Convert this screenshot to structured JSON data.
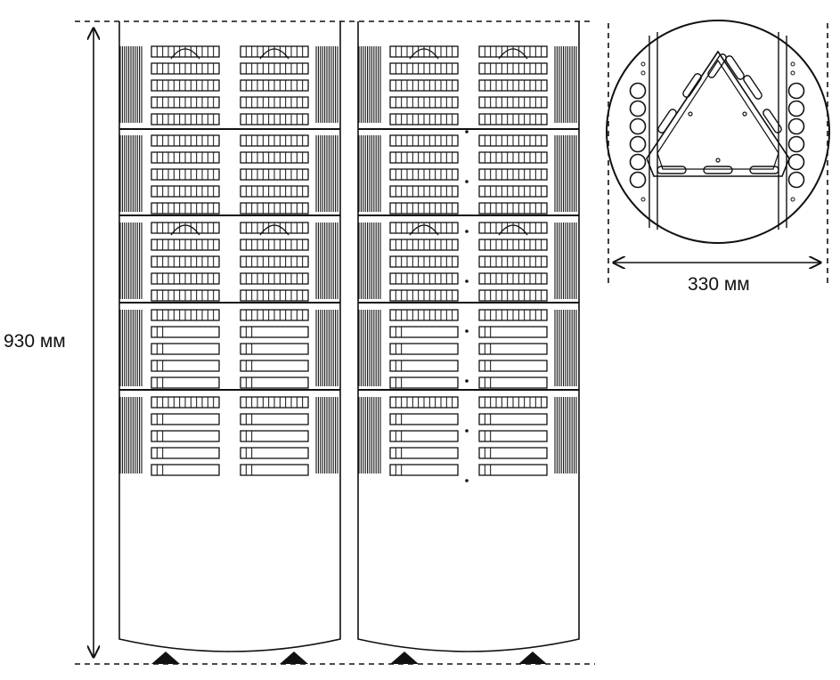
{
  "dimensions": {
    "height_label": "930 мм",
    "width_label": "330 мм"
  },
  "views": [
    "front-view-left",
    "front-view-right",
    "top-view"
  ],
  "colors": {
    "line": "#111111",
    "background": "#ffffff"
  }
}
